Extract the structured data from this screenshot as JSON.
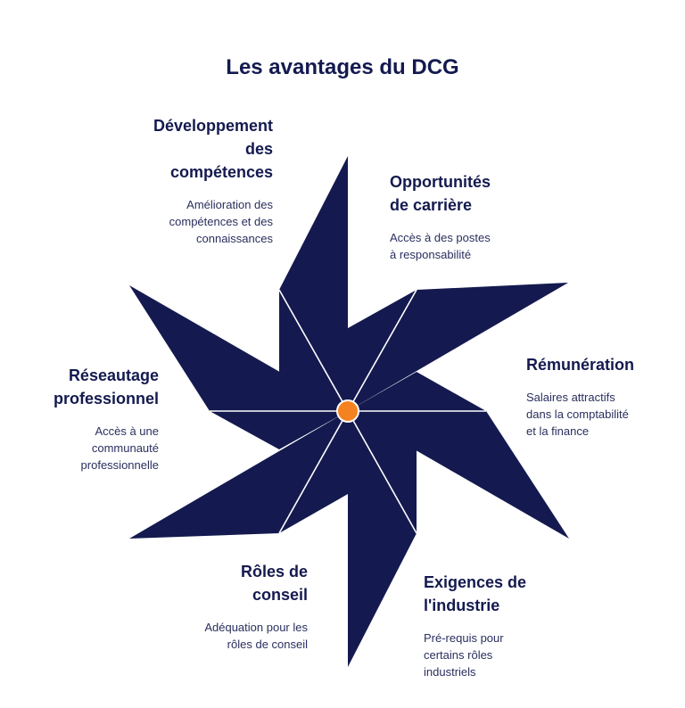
{
  "title": "Les avantages du DCG",
  "colors": {
    "blade": "#141a4f",
    "center": "#f58220",
    "divider": "#ffffff"
  },
  "items": [
    {
      "heading": "Développement des compétences",
      "heading_lines": [
        "Développement",
        "des",
        "compétences"
      ],
      "description_lines": [
        "Amélioration des",
        "compétences et des",
        "connaissances"
      ]
    },
    {
      "heading": "Opportunités de carrière",
      "heading_lines": [
        "Opportunités",
        "de carrière"
      ],
      "description_lines": [
        "Accès à des postes",
        "à responsabilité"
      ]
    },
    {
      "heading": "Rémunération",
      "heading_lines": [
        "Rémunération"
      ],
      "description_lines": [
        "Salaires attractifs",
        "dans la comptabilité",
        "et la finance"
      ]
    },
    {
      "heading": "Réseautage professionnel",
      "heading_lines": [
        "Réseautage",
        "professionnel"
      ],
      "description_lines": [
        "Accès à une",
        "communauté",
        "professionnelle"
      ]
    },
    {
      "heading": "Rôles de conseil",
      "heading_lines": [
        "Rôles de",
        "conseil"
      ],
      "description_lines": [
        "Adéquation pour les",
        "rôles de conseil"
      ]
    },
    {
      "heading": "Exigences de l'industrie",
      "heading_lines": [
        "Exigences de",
        "l'industrie"
      ],
      "description_lines": [
        "Pré-requis pour",
        "certains rôles",
        "industriels"
      ]
    }
  ]
}
